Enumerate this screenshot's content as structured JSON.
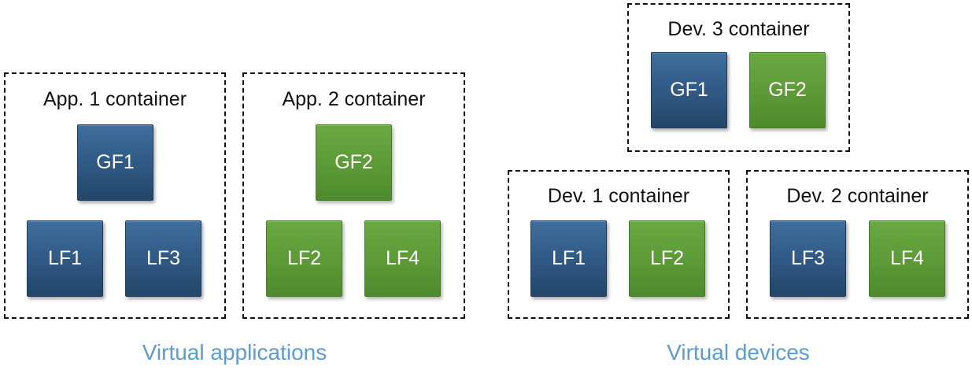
{
  "colors": {
    "local_function_blue": "#2f5883",
    "green_function": "#5b9a36",
    "caption_blue": "#5b9bd5",
    "border": "#111111"
  },
  "virtual_applications": {
    "caption": "Virtual applications",
    "app1": {
      "title": "App. 1 container",
      "gf": "GF1",
      "lf_left": "LF1",
      "lf_right": "LF3"
    },
    "app2": {
      "title": "App. 2 container",
      "gf": "GF2",
      "lf_left": "LF2",
      "lf_right": "LF4"
    }
  },
  "virtual_devices": {
    "caption": "Virtual devices",
    "dev3": {
      "title": "Dev. 3 container",
      "gf_left": "GF1",
      "gf_right": "GF2"
    },
    "dev1": {
      "title": "Dev. 1 container",
      "lf_left": "LF1",
      "lf_right": "LF2"
    },
    "dev2": {
      "title": "Dev. 2 container",
      "lf_left": "LF3",
      "lf_right": "LF4"
    }
  }
}
